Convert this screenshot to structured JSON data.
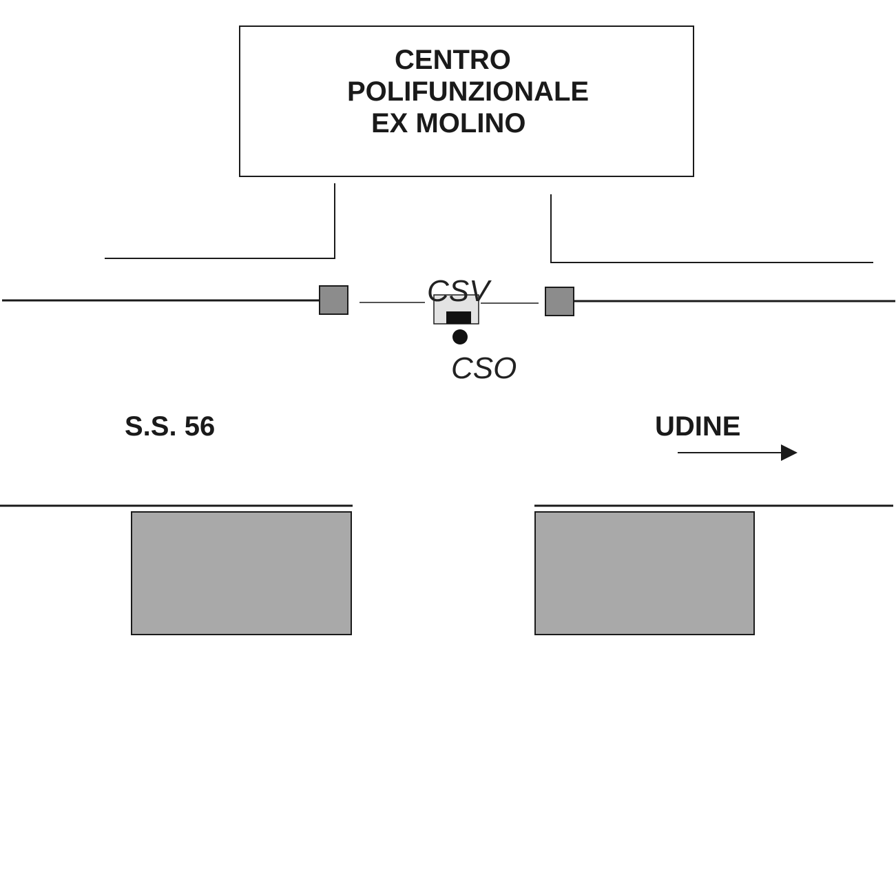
{
  "building": {
    "line1": "CENTRO",
    "line2": "POLIFUNZIONALE",
    "line3": "EX MOLINO"
  },
  "labels": {
    "csv": "CSV",
    "cso": "CSO",
    "road": "S.S. 56",
    "direction": "UDINE"
  },
  "colors": {
    "line": "#1a1a1a",
    "block_fill": "#a9a9a9",
    "marker_fill": "#8c8c8c",
    "csv_box_fill": "#e3e3e3"
  }
}
